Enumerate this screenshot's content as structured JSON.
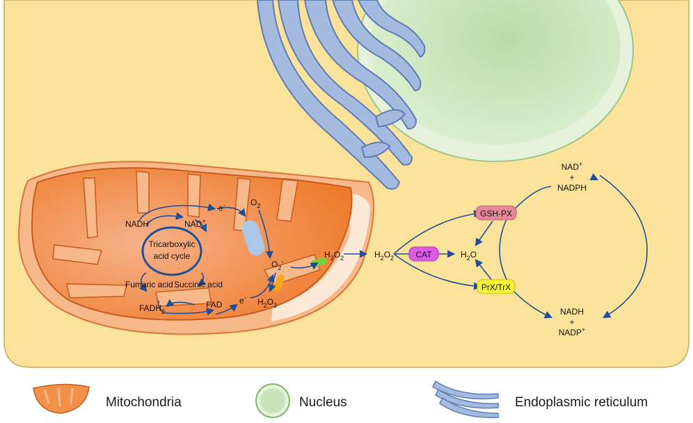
{
  "colors": {
    "cytoplasm": "#fbe29a",
    "cell_border": "#c9a85a",
    "mito_outer": "#f7b98a",
    "mito_inner": "#ee7b2c",
    "mito_matrix": "#f1914a",
    "nucleus": "#cfe6c0",
    "er": "#9fb6dc",
    "er_stroke": "#5d7bb5",
    "arrow": "#1f4e96",
    "gsh_px": "#e5889a",
    "cat": "#e05ae8",
    "prx": "#f4f33a"
  },
  "mitochondria": {
    "tca_line1": "Tricarboxylic",
    "tca_line2": "acid cycle",
    "nadh": "NADH",
    "nad_plus": "NAD",
    "nad_plus_sup": "+",
    "fumaric": "Fumaric acid",
    "succinic": "Succinic acid",
    "fadh2": "FADH",
    "fadh2_sub": "2",
    "fad": "FAD",
    "e_top": "e",
    "e_bottom": "e",
    "e_sup": "-",
    "o2": "O",
    "o2_sub": "2",
    "o2_minus": "O",
    "o2_minus_sub": "2",
    "o2_minus_sup": "-",
    "h2o2_inner": "H",
    "h2o2_inner_a": "2",
    "h2o2_inner_b": "O",
    "h2o2_inner_c": "2"
  },
  "pathway": {
    "h2o2_a_1": "H",
    "h2o2_a_2": "2",
    "h2o2_a_3": "O",
    "h2o2_a_4": "2",
    "h2o2_b_1": "H",
    "h2o2_b_2": "2",
    "h2o2_b_3": "O",
    "h2o2_b_4": "2",
    "h2o_1": "H",
    "h2o_2": "2",
    "h2o_3": "O",
    "gsh_px": "GSH-PX",
    "cat": "CAT",
    "prx_trx": "PrX/TrX",
    "nad_top_1": "NAD",
    "nad_top_sup": "+",
    "plus_top": "+",
    "nadph_top": "NADPH",
    "nadh_bottom": "NADH",
    "plus_bottom": "+",
    "nadp_bottom": "NADP",
    "nadp_bottom_sup": "+"
  },
  "legend": {
    "mitochondria": "Mitochondria",
    "nucleus": "Nucleus",
    "er": "Endoplasmic reticulum"
  }
}
